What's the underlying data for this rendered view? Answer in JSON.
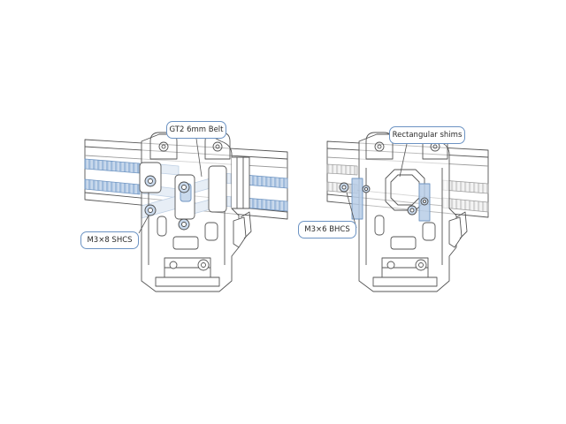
{
  "labels": {
    "belt": "GT2 6mm Belt",
    "m3x8": "M3×8 SHCS",
    "shims": "Rectangular shims",
    "m3x6": "M3×6 BHCS"
  },
  "colors": {
    "line": "#555555",
    "light_line": "#9a9a9a",
    "belt_fill": "#c9d9ec",
    "belt_stroke": "#6f95c2",
    "highlight_fill": "#b7cde6",
    "callout_border": "#6c93c3"
  }
}
